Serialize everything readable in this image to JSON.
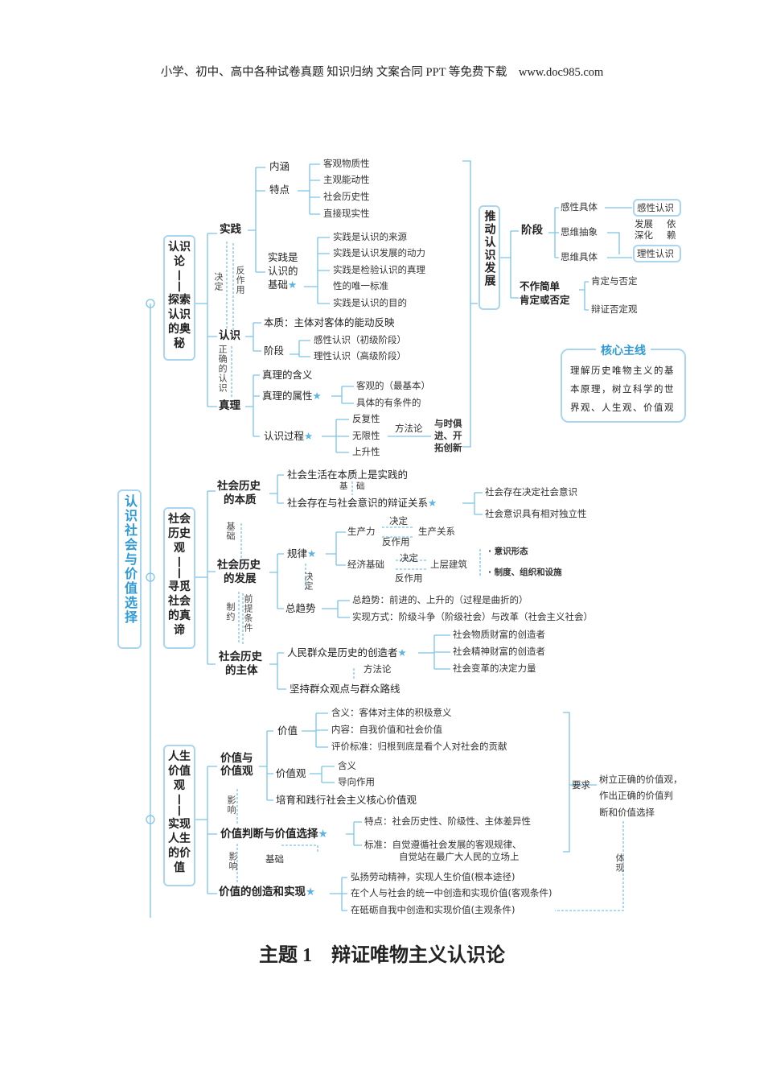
{
  "header": "小学、初中、高中各种试卷真题 知识归纳 文案合同 PPT 等免费下载　www.doc985.com",
  "title": "主题 1　辩证唯物主义认识论",
  "root": "认识社会与价值选择",
  "star": "★",
  "colors": {
    "line": "#7cc3e8",
    "accent": "#2e9ad6",
    "box": "#a9d6ee"
  },
  "s1": {
    "box": [
      "认识",
      "论",
      "——",
      "探索",
      "认识",
      "的奥",
      "秘"
    ],
    "shijian": "实践",
    "neihan": "内涵",
    "tedian": "特点",
    "traits": [
      "客观物质性",
      "主观能动性",
      "社会历史性",
      "直接现实性"
    ],
    "basis": [
      "实践是",
      "认识的",
      "基础"
    ],
    "basis_items": [
      "实践是认识的来源",
      "实践是认识发展的动力",
      "实践是检验认识的真理",
      "性的唯一标准",
      "实践是认识的目的"
    ],
    "jueding": "决定",
    "fanzuoyong": "反作用",
    "renshi": "认识",
    "benzhi": "本质：主体对客体的能动反映",
    "jieduan": "阶段",
    "stages": [
      "感性认识（初级阶段）",
      "理性认识（高级阶段）"
    ],
    "zhengque": "正确的认识",
    "zhenli": "真理",
    "hanyi": "真理的含义",
    "shuxing": "真理的属性",
    "attrs": [
      "客观的（最基本）",
      "具体的有条件的"
    ],
    "guocheng": "认识过程",
    "process": [
      "反复性",
      "无限性",
      "上升性"
    ],
    "fangfalun": "方法论",
    "yushi": [
      "与时俱",
      "进、开",
      "拓创新"
    ]
  },
  "s1r": {
    "box": "推动认识发展",
    "jieduan": "阶段",
    "steps": [
      "感性具体",
      "思维抽象",
      "思维具体"
    ],
    "ganxing": "感性认识",
    "lixing": "理性认识",
    "fazhan": [
      "发展",
      "深化"
    ],
    "yilai": [
      "依",
      "赖"
    ],
    "bzjd": [
      "不作简单",
      "肯定或否定"
    ],
    "neg": [
      "肯定与否定",
      "辩证否定观"
    ]
  },
  "core": {
    "title": "核心主线",
    "lines": [
      "理解历史唯物主义的基",
      "本原理，树立科学的世",
      "界观、人生观、价值观"
    ]
  },
  "s2": {
    "box": [
      "社会",
      "历史",
      "观",
      "——",
      "寻觅",
      "社会",
      "的真",
      "谛"
    ],
    "benzhi": [
      "社会历史",
      "的本质"
    ],
    "shijian": "社会生活在本质上是实践的",
    "jichu": "基　础",
    "bianzheng": "社会存在与社会意识的辩证关系",
    "rel": [
      "社会存在决定社会意识",
      "社会意识具有相对独立性"
    ],
    "jichu_v": "基础",
    "fazhan": [
      "社会历史",
      "的发展"
    ],
    "guilv": "规律",
    "scl": "生产力",
    "scgx": "生产关系",
    "jd1": "决定",
    "fzy1": "反作用",
    "jjjc": "经济基础",
    "scjz": "上层建筑",
    "jd2": "决定",
    "fzy2": "反作用",
    "super": [
      "· 意识形态",
      "· 制度、组织和设施"
    ],
    "jd_v": "决定",
    "zqs": "总趋势",
    "trend": [
      "总趋势：前进的、上升的（过程是曲折的）",
      "实现方式：阶级斗争（阶级社会）与改革（社会主义社会）"
    ],
    "zhiyue": "制约",
    "qianti": "前提条件",
    "zhuti": [
      "社会历史",
      "的主体"
    ],
    "renmin": "人民群众是历史的创造者",
    "creators": [
      "社会物质财富的创造者",
      "社会精神财富的创造者",
      "社会变革的决定力量"
    ],
    "fangfalun": "方法论",
    "qunzhong": "坚持群众观点与群众路线"
  },
  "s3": {
    "box": [
      "人生",
      "价值",
      "观",
      "——",
      "实现",
      "人生",
      "的价",
      "值"
    ],
    "jzyjzg": [
      "价值与",
      "价值观"
    ],
    "jiazhi": "价值",
    "value_items": [
      "含义：客体对主体的积极意义",
      "内容：自我价值和社会价值",
      "评价标准：归根到底是看个人对社会的贡献"
    ],
    "jiazhiguan": "价值观",
    "vg_items": [
      "含义",
      "导向作用"
    ],
    "peiyu": "培育和践行社会主义核心价值观",
    "yingxiang1": "影响",
    "panduan": "价值判断与价值选择",
    "judge": [
      "特点：社会历史性、阶级性、主体差异性",
      "标准：自觉遵循社会发展的客观规律、",
      "自觉站在最广大人民的立场上"
    ],
    "jichu": "基础",
    "yingxiang2": "影响",
    "chuangzao": "价值的创造和实现",
    "create": [
      "弘扬劳动精神，实现人生价值(根本途径)",
      "在个人与社会的统一中创造和实现价值(客观条件)",
      "在砥砺自我中创造和实现价值(主观条件)"
    ],
    "yaoqiu": "要求",
    "goal": [
      "树立正确的价值观，",
      "作出正确的价值判",
      "断和价值选择"
    ],
    "tixian": "体现"
  }
}
